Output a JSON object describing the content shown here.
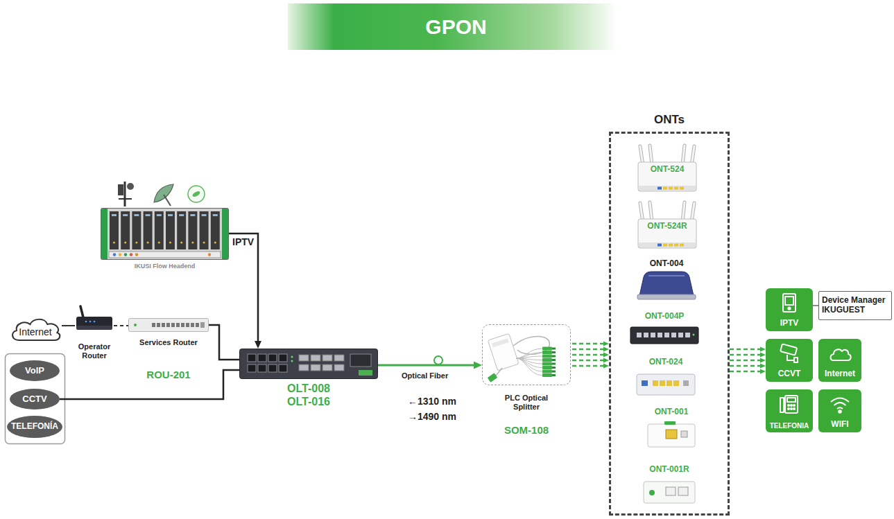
{
  "diagram": {
    "title": "GPON",
    "nodes": [
      {
        "text": [
          "IKUSI Flow Headend"
        ]
      },
      {
        "text": [
          "Internet"
        ]
      },
      {
        "text": [
          "Operator Router"
        ]
      },
      {
        "text": [
          "Services Router",
          "ROU-201"
        ]
      },
      {
        "text": [
          "VoIP"
        ]
      },
      {
        "text": [
          "CCTV"
        ]
      },
      {
        "text": [
          "TELEFONÍA"
        ]
      },
      {
        "text": [
          "OLT-008 OLT-016"
        ]
      },
      {
        "text": [
          "PLC Optical Splitter",
          "SOM-108"
        ]
      },
      {
        "text": [
          "ONTs"
        ]
      },
      {
        "text": [
          "ONT-524"
        ],
        "in": 9
      },
      {
        "text": [
          "ONT-524R"
        ],
        "in": 9
      },
      {
        "text": [
          "ONT-004"
        ],
        "in": 9
      },
      {
        "text": [
          "ONT-004P"
        ],
        "in": 9
      },
      {
        "text": [
          "ONT-024"
        ],
        "in": 9
      },
      {
        "text": [
          "ONT-001"
        ],
        "in": 9
      },
      {
        "text": [
          "ONT-001R"
        ],
        "in": 9
      },
      {
        "text": [
          "IPTV"
        ]
      },
      {
        "text": [
          "Device Manager IKUGUEST"
        ]
      },
      {
        "text": [
          "CCVT"
        ]
      },
      {
        "text": [
          "Internet"
        ]
      },
      {
        "text": [
          "TELEFONIA"
        ]
      },
      {
        "text": [
          "WIFI"
        ]
      }
    ],
    "edges": [
      {
        "from": 1,
        "to": 2,
        "arrow": "none"
      },
      {
        "from": 2,
        "to": 3,
        "arrow": "none"
      },
      {
        "from": 3,
        "to": 7,
        "arrow": "none"
      },
      {
        "from": 5,
        "to": 7,
        "arrow": "none"
      },
      {
        "from": 0,
        "to": 7,
        "label": "IPTV",
        "arrow": "to"
      },
      {
        "from": 7,
        "to": 8,
        "label": "Optical Fiber",
        "arrow": "to"
      },
      {
        "from": 8,
        "to": 9,
        "arrow": "to"
      },
      {
        "from": 9,
        "to": 19,
        "arrow": "to"
      },
      {
        "from": 17,
        "to": 18,
        "arrow": "none"
      }
    ],
    "labels": [
      "←1310 nm",
      "→1490 nm"
    ]
  }
}
